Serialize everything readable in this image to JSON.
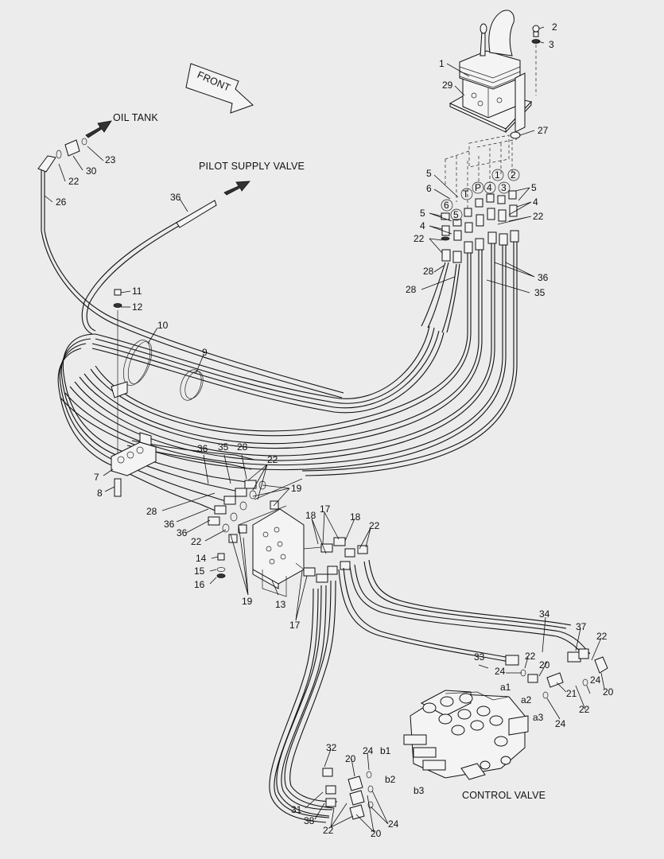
{
  "captions": {
    "front": "FRONT",
    "oil_tank": "OIL TANK",
    "pilot_supply_valve": "PILOT SUPPLY VALVE",
    "control_valve": "CONTROL VALVE"
  },
  "port_labels": {
    "T": "T",
    "P": "P",
    "p1": "1",
    "p2": "2",
    "p3": "3",
    "p4": "4",
    "p5": "5",
    "p6": "6",
    "a1": "a1",
    "a2": "a2",
    "a3": "a3",
    "b1": "b1",
    "b2": "b2",
    "b3": "b3"
  },
  "callouts": [
    "2",
    "3",
    "1",
    "29",
    "27",
    "5",
    "6",
    "5",
    "4",
    "22",
    "5",
    "4",
    "22",
    "28",
    "28",
    "36",
    "35",
    "23",
    "30",
    "22",
    "26",
    "36",
    "11",
    "12",
    "10",
    "9",
    "7",
    "8",
    "36",
    "35",
    "28",
    "22",
    "19",
    "28",
    "36",
    "36",
    "22",
    "14",
    "15",
    "16",
    "19",
    "13",
    "17",
    "18",
    "17",
    "18",
    "22",
    "34",
    "37",
    "22",
    "33",
    "22",
    "20",
    "24",
    "20",
    "24",
    "21",
    "22",
    "24",
    "32",
    "24",
    "20",
    "31",
    "38",
    "22",
    "20",
    "24"
  ]
}
